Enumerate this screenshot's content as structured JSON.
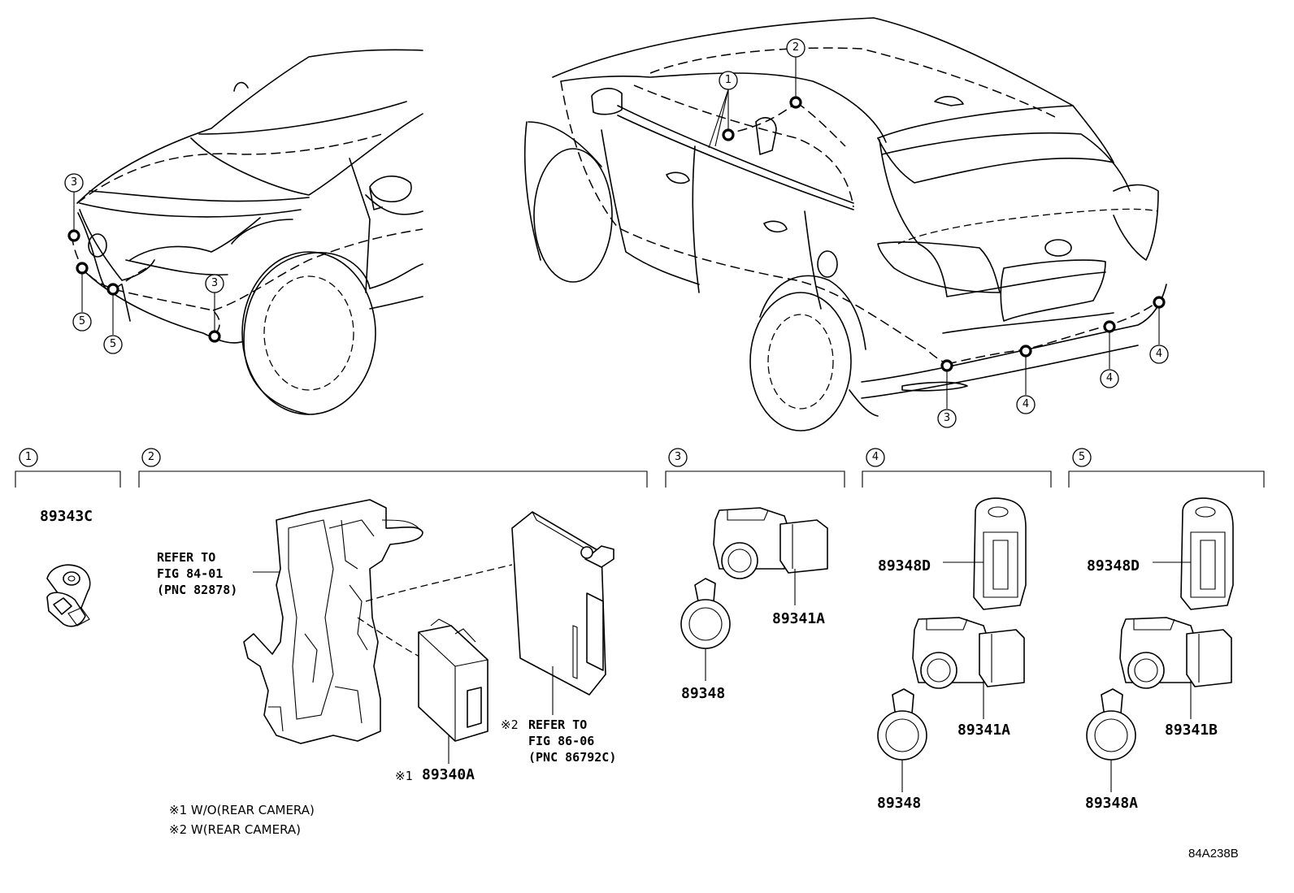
{
  "callouts": {
    "n1": "1",
    "n2": "2",
    "n3": "3",
    "n4": "4",
    "n5": "5"
  },
  "groups": [
    {
      "number": "1"
    },
    {
      "number": "2"
    },
    {
      "number": "3"
    },
    {
      "number": "4"
    },
    {
      "number": "5"
    }
  ],
  "parts": {
    "p89343C": "89343C",
    "p89340A": "89340A",
    "p89341A_g3": "89341A",
    "p89348_g3": "89348",
    "p89348D_g4": "89348D",
    "p89341A_g4": "89341A",
    "p89348_g4": "89348",
    "p89348D_g5": "89348D",
    "p89341B": "89341B",
    "p89348A": "89348A"
  },
  "refs": {
    "ref1_line1": "REFER TO",
    "ref1_line2": "FIG 84-01",
    "ref1_line3": "(PNC 82878)",
    "ref2_mark": "※2",
    "ref2_line1": "REFER TO",
    "ref2_line2": "FIG 86-06",
    "ref2_line3": "(PNC 86792C)",
    "mark1": "※1"
  },
  "notes": {
    "note1": "※1 W/O(REAR CAMERA)",
    "note2": "※2 W(REAR CAMERA)"
  },
  "drawing_code": "84A238B"
}
